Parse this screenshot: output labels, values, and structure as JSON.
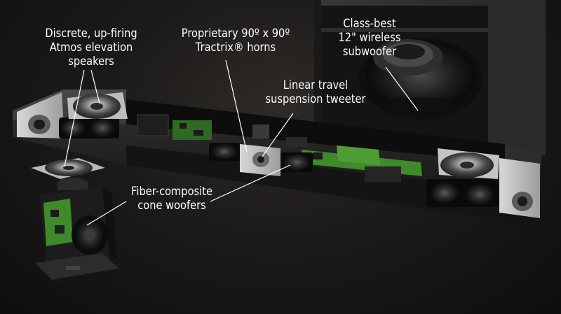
{
  "labels": {
    "atmos": {
      "line1": "Discrete, up-firing",
      "line2": "Atmos elevation",
      "line3": "speakers"
    },
    "tractrix": {
      "line1": "Proprietary 90º x 90º",
      "line2": "Tractrix® horns"
    },
    "subwoofer": {
      "line1": "Class-best",
      "line2": "12\" wireless",
      "line3": "subwoofer"
    },
    "tweeter": {
      "line1": "Linear travel",
      "line2": "suspension tweeter"
    },
    "woofers": {
      "line1": "Fiber-composite",
      "line2": "cone woofers"
    }
  },
  "colors": {
    "background": "#1c1a19",
    "label_text": "#ffffff",
    "leader_line": "#ffffff",
    "circuit_green": "#3f8a2a",
    "chassis": "#1a1a1a",
    "horn_panel": "#c9c9c9"
  }
}
